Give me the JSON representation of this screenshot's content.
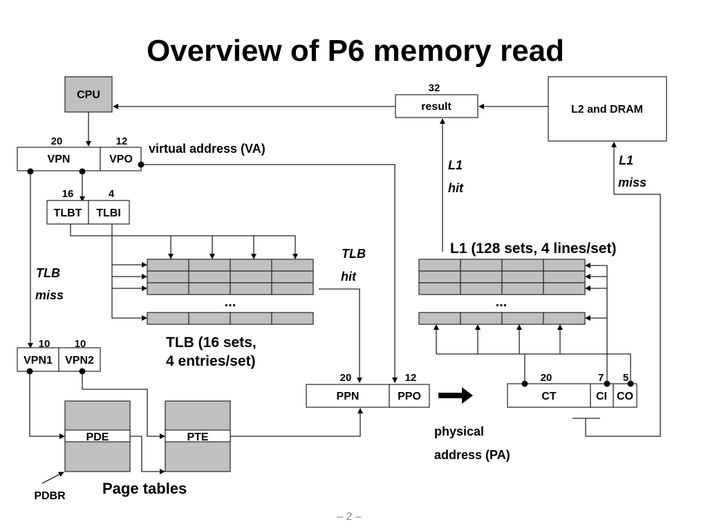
{
  "title": "Overview of P6 memory read",
  "page_number": "– 2 –",
  "cpu": {
    "label": "CPU"
  },
  "result": {
    "label": "result",
    "bits": "32"
  },
  "l2": {
    "label": "L2 and DRAM"
  },
  "virtual_address": {
    "caption": "virtual address (VA)",
    "fields": [
      {
        "label": "VPN",
        "bits": "20"
      },
      {
        "label": "VPO",
        "bits": "12"
      }
    ]
  },
  "tlb_index": {
    "fields": [
      {
        "label": "TLBT",
        "bits": "16"
      },
      {
        "label": "TLBI",
        "bits": "4"
      }
    ]
  },
  "tlb": {
    "caption_line1": "TLB (16 sets,",
    "caption_line2": "4 entries/set)",
    "ellipsis": "..."
  },
  "l1": {
    "caption": "L1 (128 sets, 4 lines/set)",
    "ellipsis": "..."
  },
  "labels": {
    "tlb_miss_1": "TLB",
    "tlb_miss_2": "miss",
    "tlb_hit_1": "TLB",
    "tlb_hit_2": "hit",
    "l1_hit_1": "L1",
    "l1_hit_2": "hit",
    "l1_miss_1": "L1",
    "l1_miss_2": "miss",
    "physical_1": "physical",
    "physical_2": "address (PA)",
    "page_tables": "Page tables",
    "pdbr": "PDBR"
  },
  "vpn_split": {
    "fields": [
      {
        "label": "VPN1",
        "bits": "10"
      },
      {
        "label": "VPN2",
        "bits": "10"
      }
    ]
  },
  "page_tables": {
    "pde": "PDE",
    "pte": "PTE"
  },
  "physical_address": {
    "fields": [
      {
        "label": "PPN",
        "bits": "20"
      },
      {
        "label": "PPO",
        "bits": "12"
      }
    ]
  },
  "cache_address": {
    "fields": [
      {
        "label": "CT",
        "bits": "20"
      },
      {
        "label": "CI",
        "bits": "7"
      },
      {
        "label": "CO",
        "bits": "5"
      }
    ]
  }
}
